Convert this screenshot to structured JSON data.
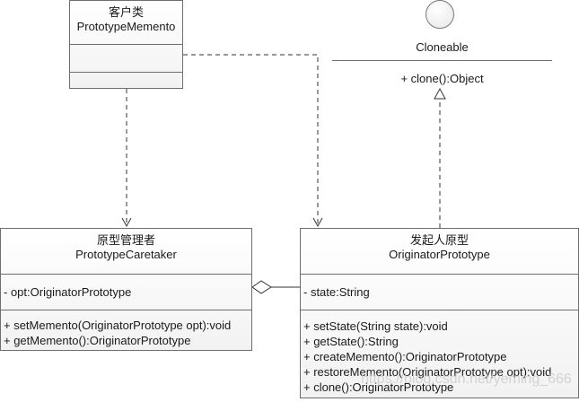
{
  "memento": {
    "stereotype": "客户类",
    "name": "PrototypeMemento"
  },
  "interface": {
    "name": "Cloneable",
    "operation": "+ clone():Object"
  },
  "caretaker": {
    "stereotype": "原型管理者",
    "name": "PrototypeCaretaker",
    "attributes": [
      "- opt:OriginatorPrototype"
    ],
    "operations": [
      "+ setMemento(OriginatorPrototype opt):void",
      "+ getMemento():OriginatorPrototype"
    ]
  },
  "originator": {
    "stereotype": "发起人原型",
    "name": "OriginatorPrototype",
    "attributes": [
      "- state:String"
    ],
    "operations": [
      "+ setState(String state):void",
      "+ getState():String",
      "+ createMemento():OriginatorPrototype",
      "+ restoreMemento(OriginatorPrototype opt):void",
      "+ clone():OriginatorPrototype"
    ]
  },
  "watermark": "https://blog.csdn.net/yeming_666"
}
